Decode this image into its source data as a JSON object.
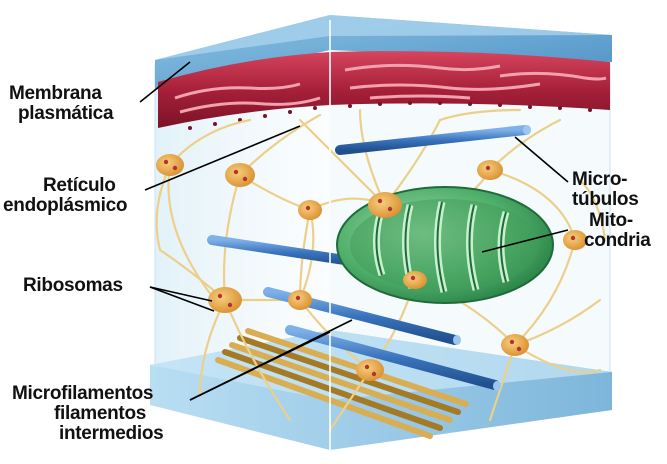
{
  "labels": {
    "membrana": [
      "Membrana",
      "plasmática"
    ],
    "reticulo": [
      "Retículo",
      "endoplásmico"
    ],
    "ribosomas": [
      "Ribosomas"
    ],
    "microfilamentos": [
      "Microfilamentos",
      "filamentos",
      "intermedios"
    ],
    "microtubulos": [
      "Micro-",
      "túbulos"
    ],
    "mitocondria": [
      "Mito-",
      "condria"
    ]
  },
  "colors": {
    "membrane": "#b0243c",
    "membrane_dark": "#6e1020",
    "plate_top": "#7fb6d8",
    "plate_bottom": "#a9d4ee",
    "microtubule": "#3d7cc4",
    "mitochondria": "#4fae6a",
    "mitochondria_dark": "#1f6b3a",
    "filament": "#e8c97a",
    "cell_body": "#e9a642",
    "ribosome": "#b5332e",
    "microfilament_rod": "#c79a3a"
  }
}
